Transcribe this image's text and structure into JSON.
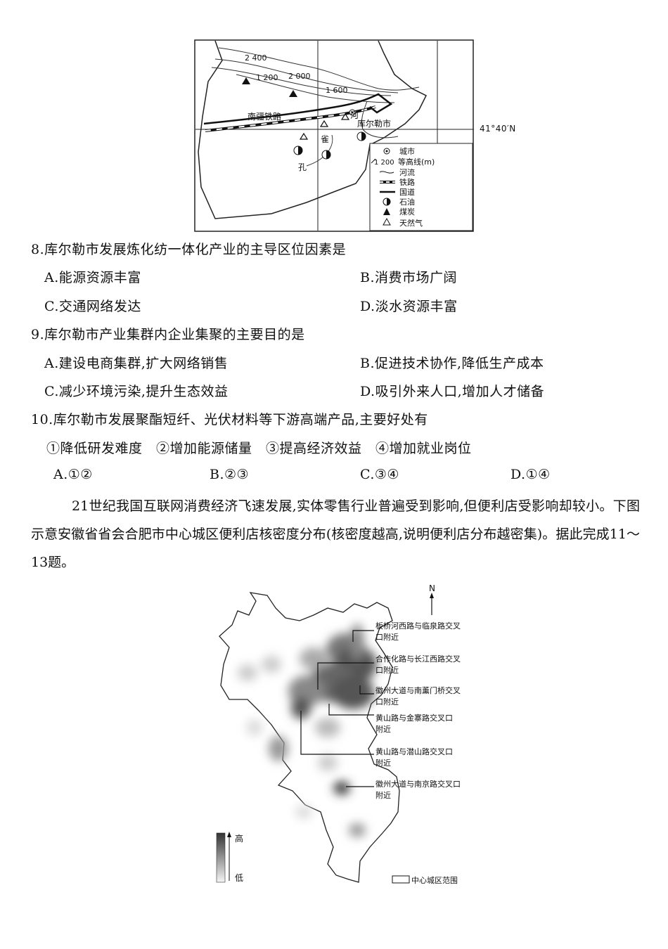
{
  "map1": {
    "contours": [
      "2 400",
      "2 000",
      "1 200",
      "1 600"
    ],
    "railway_label": "南疆铁路",
    "river_label": "河",
    "city_label": "库尔勒市",
    "lat_label": "41°40′N",
    "lake_label_1": "雀",
    "lake_label_2": "孔",
    "legend": [
      {
        "icon": "city-icon",
        "label": "城市"
      },
      {
        "icon": "contour-icon",
        "label": "等高线(m)",
        "value": "1 200"
      },
      {
        "icon": "river-icon",
        "label": "河流"
      },
      {
        "icon": "railway-icon",
        "label": "铁路"
      },
      {
        "icon": "highway-icon",
        "label": "国道"
      },
      {
        "icon": "oil-icon",
        "label": "石油"
      },
      {
        "icon": "coal-icon",
        "label": "煤炭"
      },
      {
        "icon": "gas-icon",
        "label": "天然气"
      }
    ]
  },
  "questions": [
    {
      "stem": "8.库尔勒市发展炼化纺一体化产业的主导区位因素是",
      "options": [
        "A.能源资源丰富",
        "B.消费市场广阔",
        "C.交通网络发达",
        "D.淡水资源丰富"
      ]
    },
    {
      "stem": "9.库尔勒市产业集群内企业集聚的主要目的是",
      "options": [
        "A.建设电商集群,扩大网络销售",
        "B.促进技术协作,降低生产成本",
        "C.减少环境污染,提升生态效益",
        "D.吸引外来人口,增加人才储备"
      ]
    },
    {
      "stem": "10.库尔勒市发展聚酯短纤、光伏材料等下游高端产品,主要好处有",
      "sub": "①降低研发难度　②增加能源储量　③提高经济效益　④增加就业岗位",
      "options": [
        "A.①②",
        "B.②③",
        "C.③④",
        "D.①④"
      ]
    }
  ],
  "intro": "21世纪我国互联网消费经济飞速发展,实体零售行业普遍受到影响,但便利店受影响却较小。下图示意安徽省省会合肥市中心城区便利店核密度分布(核密度越高,说明便利店分布越密集)。据此完成11～13题。",
  "map2": {
    "north": "N",
    "callouts": [
      "板桥河西路与临泉路交叉口附近",
      "合作化路与长江西路交叉口附近",
      "徽州大道与南薰门桥交叉口附近",
      "黄山路与金寨路交叉口附近",
      "黄山路与潜山路交叉口附近",
      "徽州大道与南京路交叉口附近"
    ],
    "scale_high": "高",
    "scale_low": "低",
    "legend_label": "中心城区范围"
  }
}
